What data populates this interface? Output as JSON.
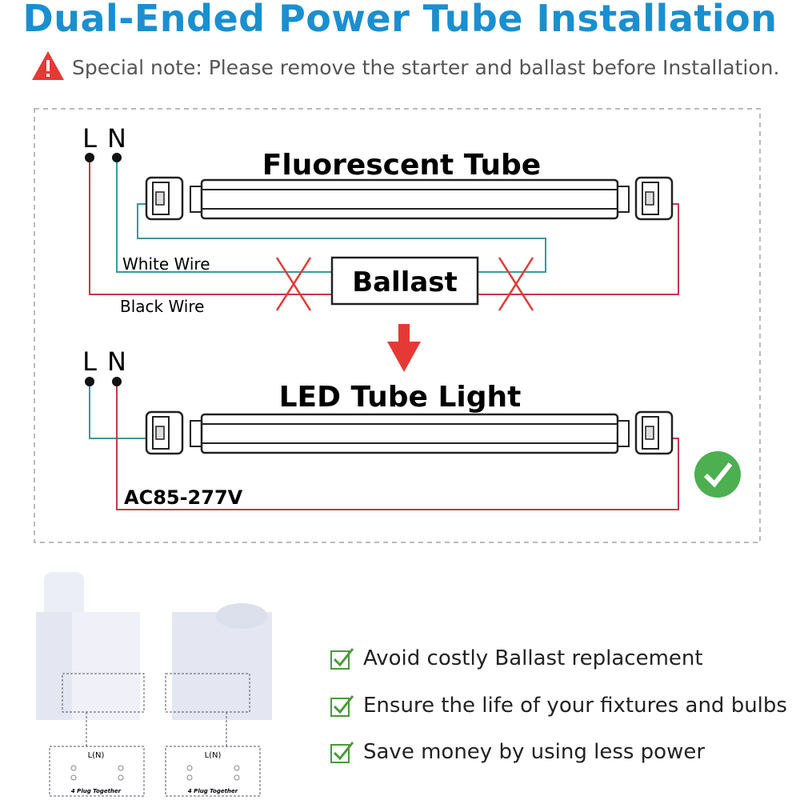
{
  "title": "Dual-Ended Power Tube Installation",
  "note": "Special note: Please remove the starter and ballast before Installation.",
  "diagram": {
    "top": {
      "L": "L",
      "N": "N",
      "tube_label": "Fluorescent Tube",
      "white_wire": "White Wire",
      "black_wire": "Black Wire",
      "ballast": "Ballast"
    },
    "bottom": {
      "L": "L",
      "N": "N",
      "tube_label": "LED Tube Light",
      "voltage": "AC85-277V"
    }
  },
  "connectors": [
    {
      "label": "L(N)",
      "caption": "4 Plug Together"
    },
    {
      "label": "L(N)",
      "caption": "4 Plug Together"
    }
  ],
  "features": [
    "Avoid costly Ballast replacement",
    "Ensure the life of your fixtures and bulbs",
    "Save money by using less power"
  ],
  "colors": {
    "title": "#1a8fd0",
    "live_wire": "#c8374a",
    "neutral_wire": "#3a9a9a",
    "check": "#4caf50",
    "warning": "#e53935"
  }
}
